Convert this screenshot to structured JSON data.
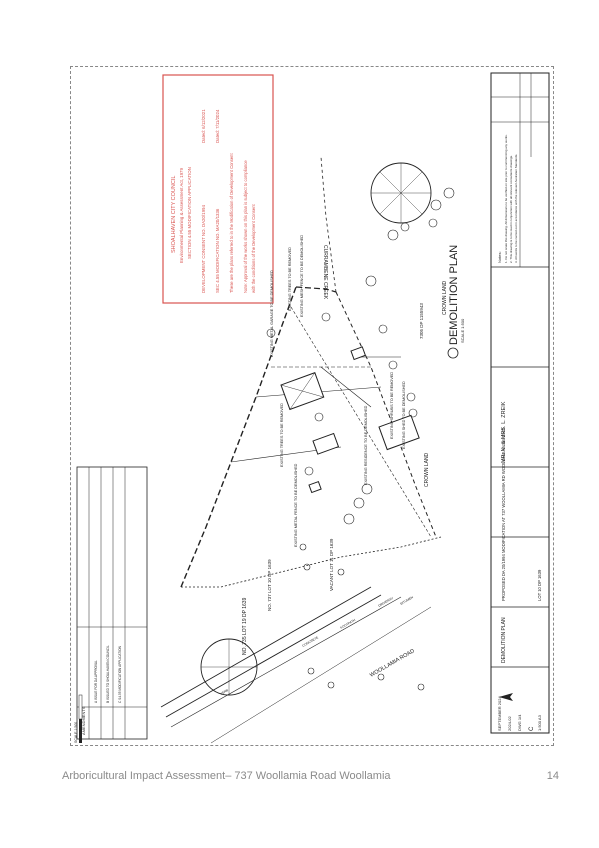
{
  "document": {
    "footer_title": "Arboricultural Impact Assessment–  737 Woollamia Road Woollamia",
    "page_number": "14"
  },
  "stamp": {
    "lines": [
      "SHOALHAVEN CITY COUNCIL",
      "Environmental Planning & Assessment Act, 1979",
      "SECTION 4.55 MODIFICATION APPLICATION",
      "DEVELOPMENT CONSENT NO. DA20/1994",
      "SEC 4.55 MODIFICATION NO. MA20/1336",
      "These are the plans referred to in the Modification of Development Consent",
      "Note: Approval of the works shown on this plan is subject to compliance",
      "with the conditions of the Development Consent"
    ],
    "dated_1": "Dated: 6/12/2021",
    "dated_2": "Dated: 7/11/2024"
  },
  "plan": {
    "title": "DEMOLITION PLAN",
    "scale_label": "SCALE 1:500",
    "creek_label": "CURRAMBENE CREEK",
    "road_label": "WOOLLAMIA ROAD",
    "crown_land_1": "CROWN LAND",
    "crown_land_2": "CROWN LAND",
    "lot_7305": "7305 DP 1155943",
    "lot_735": "NO. 735 LOT 19 DP 1639",
    "lot_737": "NO. 737 LOT 10 DP 1639",
    "vacant_lot": "VACANT LOT 11 DP 1639",
    "notes": [
      "EXISTING TREES TO BE REMOVED",
      "EXISTING METAL GARAGE TO BE DEMOLISHED",
      "EXISTING MESH FENCE TO BE DEMOLISHED",
      "EXISTING SHRUBS TO BE REMOVED",
      "EXISTING METAL FENCE TO BE DEMOLISHED",
      "EXISTING TREES TO BE REMOVED",
      "EXISTING RESIDENCE TO BE DEMOLISHED",
      "EXISTING SHED TO BE DEMOLISHED"
    ],
    "road_words": [
      "CONCRETE",
      "KERB",
      "BITUMEN",
      "FOOTPATH",
      "DRIVEWAY"
    ]
  },
  "title_block": {
    "client": "MR. N. & MRS. L. ZREIK",
    "project": "PROPOSED DA 20/1994 MODIFICATION AT 737 WOOLLAMIA RD WOOLLAMIA NSW 2540",
    "lot_ref": "LOT 10 DP 1639",
    "drawing": "DEMOLITION PLAN",
    "date": "SEPTEMBER 2024",
    "job_no": "2024-02",
    "sheet_no": "DWG 1/4",
    "revision": "C",
    "scale": "1:500 A3",
    "revisions_heading": "AMENDMENTS",
    "notes_heading": "Notes:"
  },
  "colors": {
    "stamp_red": "#d9534f",
    "line": "#222222",
    "footer_text": "#8a8a8a"
  }
}
